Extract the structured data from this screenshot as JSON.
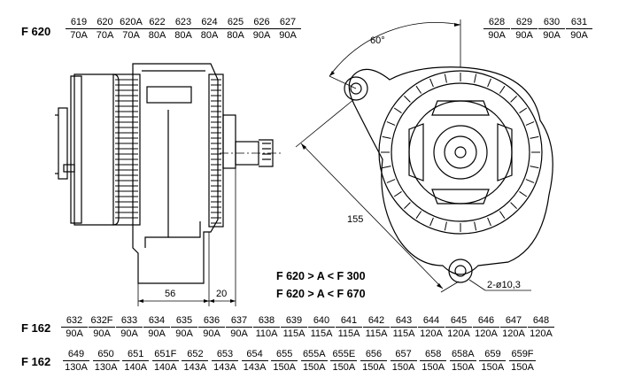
{
  "rows": [
    {
      "label": "F 620",
      "items": [
        {
          "code": "619",
          "amp": "70A"
        },
        {
          "code": "620",
          "amp": "70A"
        },
        {
          "code": "620A",
          "amp": "70A"
        },
        {
          "code": "622",
          "amp": "80A"
        },
        {
          "code": "623",
          "amp": "80A"
        },
        {
          "code": "624",
          "amp": "80A"
        },
        {
          "code": "625",
          "amp": "80A"
        },
        {
          "code": "626",
          "amp": "90A"
        },
        {
          "code": "627",
          "amp": "90A"
        }
      ],
      "items_right": [
        {
          "code": "628",
          "amp": "90A"
        },
        {
          "code": "629",
          "amp": "90A"
        },
        {
          "code": "630",
          "amp": "90A"
        },
        {
          "code": "631",
          "amp": "90A"
        }
      ]
    },
    {
      "label": "F 162",
      "items": [
        {
          "code": "632",
          "amp": "90A"
        },
        {
          "code": "632F",
          "amp": "90A"
        },
        {
          "code": "633",
          "amp": "90A"
        },
        {
          "code": "634",
          "amp": "90A"
        },
        {
          "code": "635",
          "amp": "90A"
        },
        {
          "code": "636",
          "amp": "90A"
        },
        {
          "code": "637",
          "amp": "90A"
        },
        {
          "code": "638",
          "amp": "110A"
        },
        {
          "code": "639",
          "amp": "115A"
        },
        {
          "code": "640",
          "amp": "115A"
        },
        {
          "code": "641",
          "amp": "115A"
        },
        {
          "code": "642",
          "amp": "115A"
        },
        {
          "code": "643",
          "amp": "115A"
        },
        {
          "code": "644",
          "amp": "120A"
        },
        {
          "code": "645",
          "amp": "120A"
        },
        {
          "code": "646",
          "amp": "120A"
        },
        {
          "code": "647",
          "amp": "120A"
        },
        {
          "code": "648",
          "amp": "120A"
        }
      ]
    },
    {
      "label": "F 162",
      "items": [
        {
          "code": "649",
          "amp": "130A"
        },
        {
          "code": "650",
          "amp": "130A"
        },
        {
          "code": "651",
          "amp": "140A"
        },
        {
          "code": "651F",
          "amp": "140A"
        },
        {
          "code": "652",
          "amp": "143A"
        },
        {
          "code": "653",
          "amp": "143A"
        },
        {
          "code": "654",
          "amp": "143A"
        },
        {
          "code": "655",
          "amp": "150A"
        },
        {
          "code": "655A",
          "amp": "150A"
        },
        {
          "code": "655E",
          "amp": "150A"
        },
        {
          "code": "656",
          "amp": "150A"
        },
        {
          "code": "657",
          "amp": "150A"
        },
        {
          "code": "658",
          "amp": "150A"
        },
        {
          "code": "658A",
          "amp": "150A"
        },
        {
          "code": "659",
          "amp": "150A"
        },
        {
          "code": "659F",
          "amp": "150A"
        }
      ]
    }
  ],
  "dimensions": {
    "length_56": "56",
    "length_20": "20",
    "angle": "60°",
    "diagonal": "155",
    "holes": "2-ø10,3"
  },
  "notes": [
    "F 620 > A < F 300",
    "F 620 > A < F 670"
  ]
}
